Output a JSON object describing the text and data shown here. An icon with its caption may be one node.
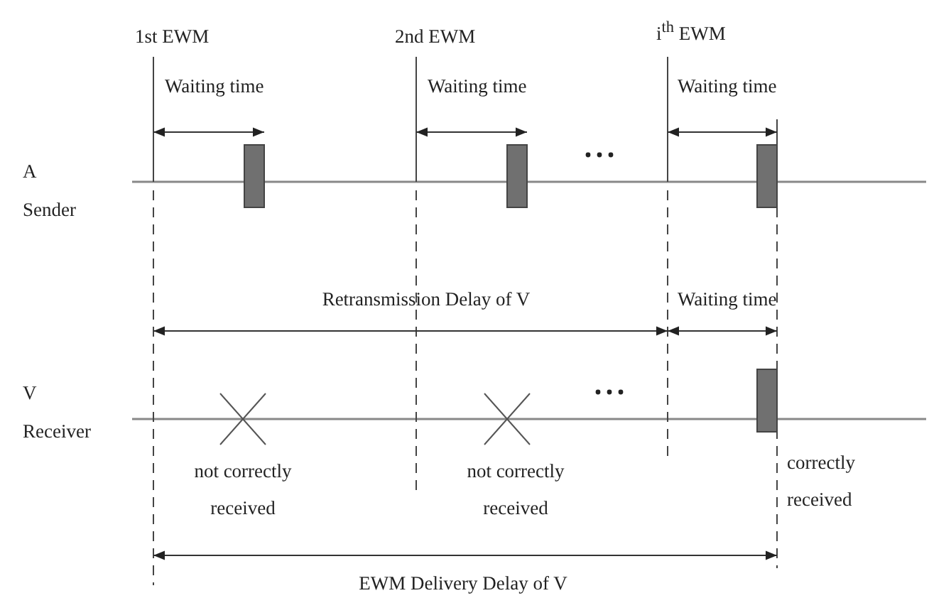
{
  "diagram": {
    "labels": [
      "1st EWM",
      "2nd EWM",
      "i$^{th}$ EWM",
      "Waiting time",
      "Waiting time",
      "Waiting time",
      "A",
      "Sender",
      "Retransmission Delay of V",
      "Waiting time",
      "V",
      "Receiver",
      "not correctly received",
      "not correctly received",
      "correctly received",
      "EWM Delivery Delay of V"
    ]
  }
}
